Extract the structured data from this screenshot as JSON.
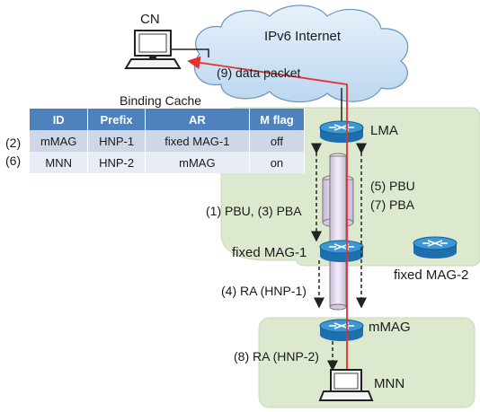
{
  "cloud": {
    "label": "IPv6 Internet"
  },
  "cn": {
    "label": "CN"
  },
  "data_packet": {
    "label": "(9) data packet"
  },
  "binding_cache": {
    "title": "Binding Cache",
    "headers": [
      "ID",
      "Prefix",
      "AR",
      "M flag"
    ],
    "rows": [
      {
        "step": "(2)",
        "cells": [
          "mMAG",
          "HNP-1",
          "fixed MAG-1",
          "off"
        ]
      },
      {
        "step": "(6)",
        "cells": [
          "MNN",
          "HNP-2",
          "mMAG",
          "on"
        ]
      }
    ]
  },
  "nodes": {
    "lma": "LMA",
    "fixed_mag1": "fixed MAG-1",
    "fixed_mag2": "fixed MAG-2",
    "mmag": "mMAG",
    "mnn": "MNN"
  },
  "messages": {
    "pbu_pba": "(1) PBU, (3) PBA",
    "pbu5": "(5) PBU",
    "pba7": "(7) PBA",
    "ra1": "(4) RA (HNP-1)",
    "ra2": "(8) RA (HNP-2)"
  },
  "colors": {
    "domain_fill": "#dde9cf",
    "router_top": "#2f8fd0",
    "router_body": "#1e6fae",
    "table_header": "#4f81bd",
    "data_path": "#e8302a",
    "tunnel": "#e4d9ee"
  }
}
